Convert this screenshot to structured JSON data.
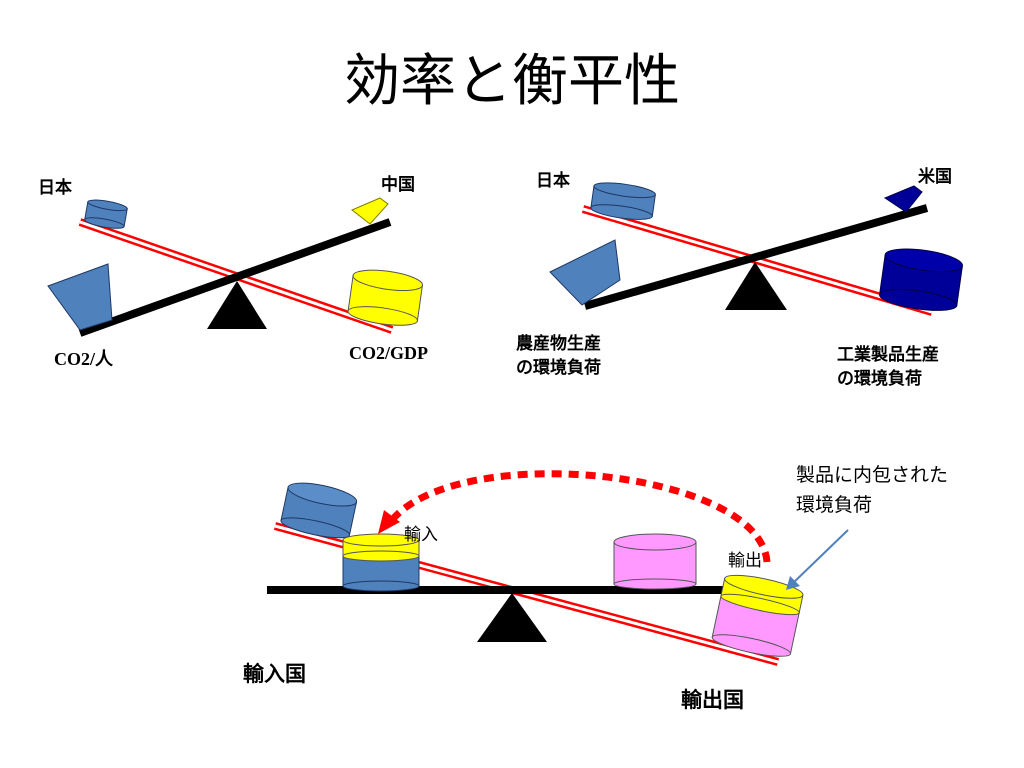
{
  "title": "効率と衡平性",
  "panel1": {
    "left_top": "日本",
    "right_top": "中国",
    "left_bottom": "CO2/人",
    "right_bottom": "CO2/GDP"
  },
  "panel2": {
    "left_top": "日本",
    "right_top": "米国",
    "left_bottom": [
      "農産物生産",
      "の環境負荷"
    ],
    "right_bottom": [
      "工業製品生産",
      "の環境負荷"
    ]
  },
  "panel3": {
    "import_arrow": "輸入",
    "export_arrow": "輸出",
    "note": [
      "製品に内包された",
      "環境負荷"
    ],
    "importing_country": "輸入国",
    "exporting_country": "輸出国"
  },
  "colors": {
    "blue": "#4f81bd",
    "navy": "#000099",
    "yellow": "#ffff00",
    "pink": "#ff99ff",
    "red": "#ff0000",
    "arrow_blue": "#4f81bd"
  }
}
